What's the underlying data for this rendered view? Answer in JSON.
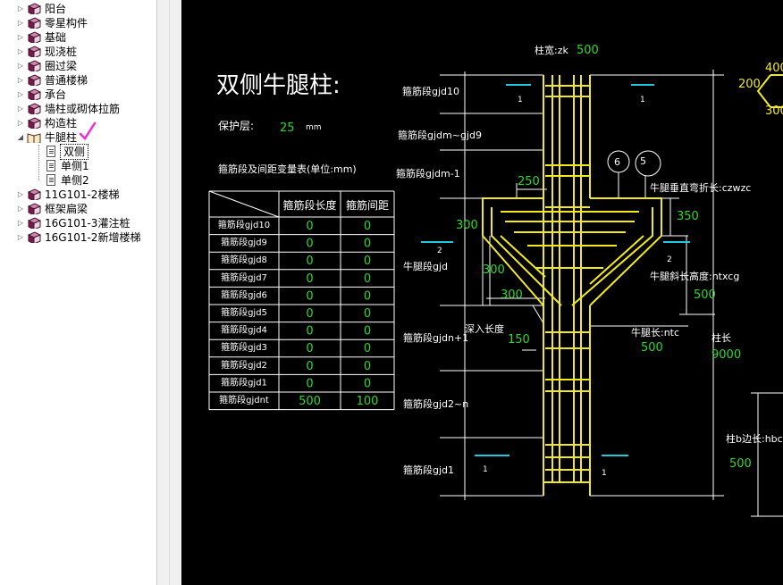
{
  "tree": {
    "items": [
      {
        "label": "阳台",
        "type": "book",
        "exp": "▷"
      },
      {
        "label": "零星构件",
        "type": "book",
        "exp": "▷"
      },
      {
        "label": "基础",
        "type": "book",
        "exp": "▷"
      },
      {
        "label": "现浇桩",
        "type": "book",
        "exp": "▷"
      },
      {
        "label": "圈过梁",
        "type": "book",
        "exp": "▷"
      },
      {
        "label": "普通楼梯",
        "type": "book",
        "exp": "▷"
      },
      {
        "label": "承台",
        "type": "book",
        "exp": "▷"
      },
      {
        "label": "墙柱或砌体拉筋",
        "type": "book",
        "exp": "▷"
      },
      {
        "label": "构造柱",
        "type": "book",
        "exp": "▷"
      },
      {
        "label": "牛腿柱",
        "type": "openbook",
        "exp": "◢"
      },
      {
        "label": "双侧",
        "type": "doc",
        "exp": "",
        "selected": true
      },
      {
        "label": "单侧1",
        "type": "doc",
        "exp": ""
      },
      {
        "label": "单侧2",
        "type": "doc",
        "exp": ""
      },
      {
        "label": "11G101-2楼梯",
        "type": "book",
        "exp": "▷"
      },
      {
        "label": "框架扁梁",
        "type": "book",
        "exp": "▷"
      },
      {
        "label": "16G101-3灌注桩",
        "type": "book",
        "exp": "▷"
      },
      {
        "label": "16G101-2新增楼梯",
        "type": "book",
        "exp": "▷"
      }
    ]
  },
  "drawing": {
    "title": "双侧牛腿柱:",
    "cover_label": "保护层:",
    "cover_value": "25",
    "cover_unit": "mm",
    "table_title": "箍筋段及间距变量表(单位:mm)",
    "table_headers": [
      "箍筋段长度",
      "箍筋间距"
    ],
    "table_rows": [
      {
        "name": "箍筋段gjd10",
        "len": "0",
        "spacing": "0"
      },
      {
        "name": "箍筋段gjd9",
        "len": "0",
        "spacing": "0"
      },
      {
        "name": "箍筋段gjd8",
        "len": "0",
        "spacing": "0"
      },
      {
        "name": "箍筋段gjd7",
        "len": "0",
        "spacing": "0"
      },
      {
        "name": "箍筋段gjd6",
        "len": "0",
        "spacing": "0"
      },
      {
        "name": "箍筋段gjd5",
        "len": "0",
        "spacing": "0"
      },
      {
        "name": "箍筋段gjd4",
        "len": "0",
        "spacing": "0"
      },
      {
        "name": "箍筋段gjd3",
        "len": "0",
        "spacing": "0"
      },
      {
        "name": "箍筋段gjd2",
        "len": "0",
        "spacing": "0"
      },
      {
        "name": "箍筋段gjd1",
        "len": "0",
        "spacing": "0"
      },
      {
        "name": "箍筋段gjdnt",
        "len": "500",
        "spacing": "100"
      }
    ],
    "labels": {
      "zk": "柱宽:zk",
      "zk_val": "500",
      "gjd10": "箍筋段gjd10",
      "gjdm_d9": "箍筋段gjdm~gjd9",
      "gjdm1": "箍筋段gjdm-1",
      "gjd": "牛腿段gjd",
      "gjdn1": "箍筋段gjdn+1",
      "gjd2n": "箍筋段gjd2~n",
      "gjd1": "箍筋段gjd1",
      "czwzc": "牛腿垂直弯折长:czwzc",
      "ntxcg": "牛腿斜长高度:ntxcg",
      "ntc": "牛腿长:ntc",
      "zc": "柱长",
      "hbc": "柱b边长:hbc",
      "srcd": "深入长度",
      "v250": "250",
      "v300a": "300",
      "v300b": "300",
      "v300c": "300",
      "v350": "350",
      "v500a": "500",
      "v500b": "500",
      "v150": "150",
      "v9000": "9000",
      "v500c": "500",
      "c6": "6",
      "c5": "5",
      "n1a": "1",
      "n1b": "1",
      "n2a": "2",
      "n2b": "2",
      "n1c": "1",
      "n1d": "1",
      "r400": "400",
      "r200": "200",
      "r300": "300"
    }
  }
}
